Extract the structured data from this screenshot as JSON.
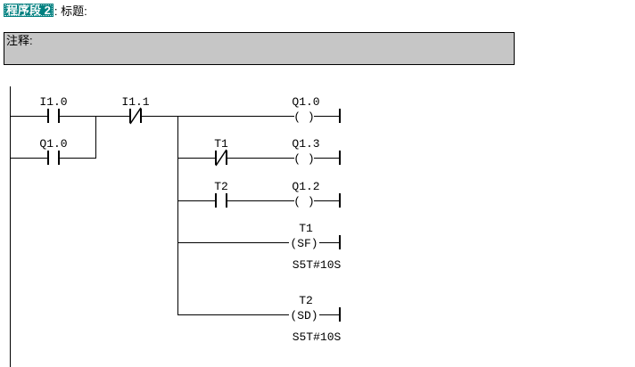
{
  "header": {
    "network": "程序段 2",
    "suffix": ": 标题:"
  },
  "comment": {
    "label": "注释:"
  },
  "colors": {
    "highlight": "#008080",
    "comment-bg": "#c6c6c6",
    "line": "#000000"
  },
  "ladder": {
    "contacts": [
      {
        "label": "I1.0",
        "type": "normally-open"
      },
      {
        "label": "Q1.0",
        "type": "normally-open"
      },
      {
        "label": "I1.1",
        "type": "normally-closed"
      },
      {
        "label": "T1",
        "type": "normally-closed"
      },
      {
        "label": "T2",
        "type": "normally-open"
      }
    ],
    "coils": [
      {
        "label": "Q1.0",
        "symbol": "( )"
      },
      {
        "label": "Q1.3",
        "symbol": "( )"
      },
      {
        "label": "Q1.2",
        "symbol": "( )"
      },
      {
        "label": "T1",
        "symbol": "(SF)",
        "value": "S5T#10S"
      },
      {
        "label": "T2",
        "symbol": "(SD)",
        "value": "S5T#10S"
      }
    ]
  }
}
